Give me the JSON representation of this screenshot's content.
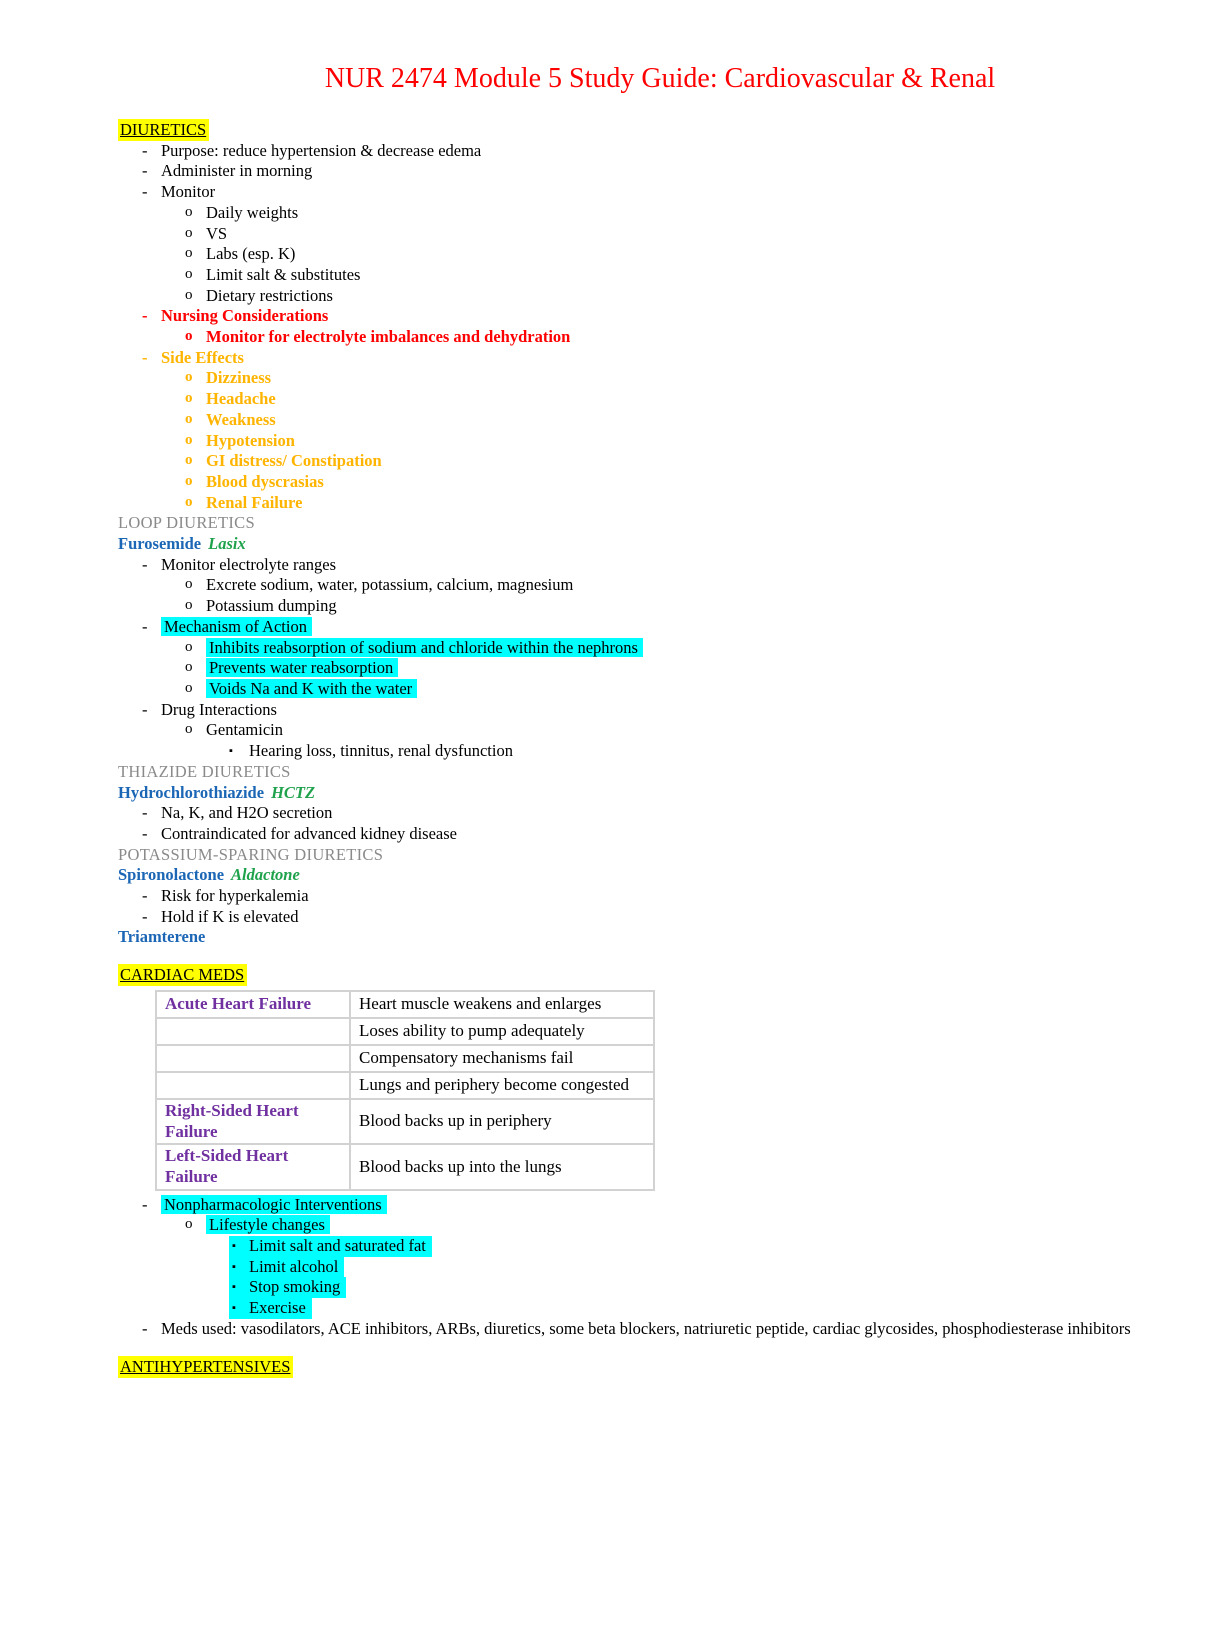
{
  "title": "NUR 2474 Module 5 Study Guide: Cardiovascular & Renal",
  "colors": {
    "title_red": "#FE0000",
    "warning_red": "#FE0000",
    "side_effect_gold": "#FFB400",
    "drug_blue": "#1B66B5",
    "brand_green": "#1FA24C",
    "subsection_gray": "#8A8A8A",
    "table_purple": "#7030A0",
    "highlight_yellow": "#FFFF00",
    "highlight_cyan": "#00FFFF",
    "table_border_gray": "#D2D2D2"
  },
  "diuretics": {
    "heading": "DIURETICS",
    "bullets": [
      "Purpose: reduce hypertension & decrease edema",
      "Administer in morning",
      "Monitor"
    ],
    "monitor_items": [
      "Daily weights",
      "VS",
      "Labs (esp. K)",
      "Limit salt & substitutes",
      "Dietary restrictions"
    ],
    "nursing_heading": "Nursing Considerations",
    "nursing_item": "Monitor for electrolyte imbalances and dehydration",
    "side_effects_heading": "Side Effects",
    "side_effects": [
      "Dizziness",
      "Headache",
      "Weakness",
      "Hypotension",
      "GI distress/ Constipation",
      "Blood dyscrasias",
      "Renal Failure"
    ]
  },
  "loop_diuretics": {
    "heading": "LOOP DIURETICS",
    "drug": "Furosemide",
    "brand": "Lasix",
    "monitor_heading": "Monitor electrolyte ranges",
    "monitor_items": [
      "Excrete sodium, water, potassium, calcium, magnesium",
      "Potassium dumping"
    ],
    "moa_heading": "Mechanism of Action",
    "moa_items": [
      "Inhibits reabsorption of sodium and chloride within the nephrons",
      "Prevents water reabsorption",
      "Voids Na and K with the water"
    ],
    "interactions_heading": "Drug Interactions",
    "interaction_drug": "Gentamicin",
    "interaction_effects": "Hearing loss, tinnitus, renal dysfunction"
  },
  "thiazide": {
    "heading": "THIAZIDE DIURETICS",
    "drug": "Hydrochlorothiazide",
    "brand": "HCTZ",
    "bullets": [
      "Na, K, and H2O secretion",
      "Contraindicated for advanced kidney disease"
    ]
  },
  "potassium_sparing": {
    "heading": "POTASSIUM-SPARING  DIURETICS",
    "drug": "Spironolactone",
    "brand": "Aldactone",
    "bullets": [
      "Risk for hyperkalemia",
      "Hold if K is elevated"
    ],
    "drug2": "Triamterene"
  },
  "cardiac": {
    "heading": "CARDIAC MEDS",
    "table": {
      "rows": [
        {
          "label": "Acute Heart Failure",
          "desc": "Heart muscle weakens and enlarges"
        },
        {
          "label": "",
          "desc": "Loses ability to pump adequately"
        },
        {
          "label": "",
          "desc": "Compensatory mechanisms fail"
        },
        {
          "label": "",
          "desc": "Lungs and periphery become congested"
        },
        {
          "label": "Right-Sided Heart Failure",
          "desc": "Blood backs up in periphery"
        },
        {
          "label": "Left-Sided Heart Failure",
          "desc": "Blood backs up into the lungs"
        }
      ]
    },
    "nonpharm_heading": "Nonpharmacologic Interventions",
    "lifestyle_heading": "Lifestyle changes",
    "lifestyle_items": [
      "Limit salt and saturated fat",
      "Limit alcohol",
      "Stop smoking",
      "Exercise"
    ],
    "meds_used": "Meds used: vasodilators, ACE inhibitors, ARBs, diuretics, some beta blockers, natriuretic peptide, cardiac glycosides, phosphodiesterase inhibitors"
  },
  "antihypertensives": {
    "heading": "ANTIHYPERTENSIVES"
  }
}
